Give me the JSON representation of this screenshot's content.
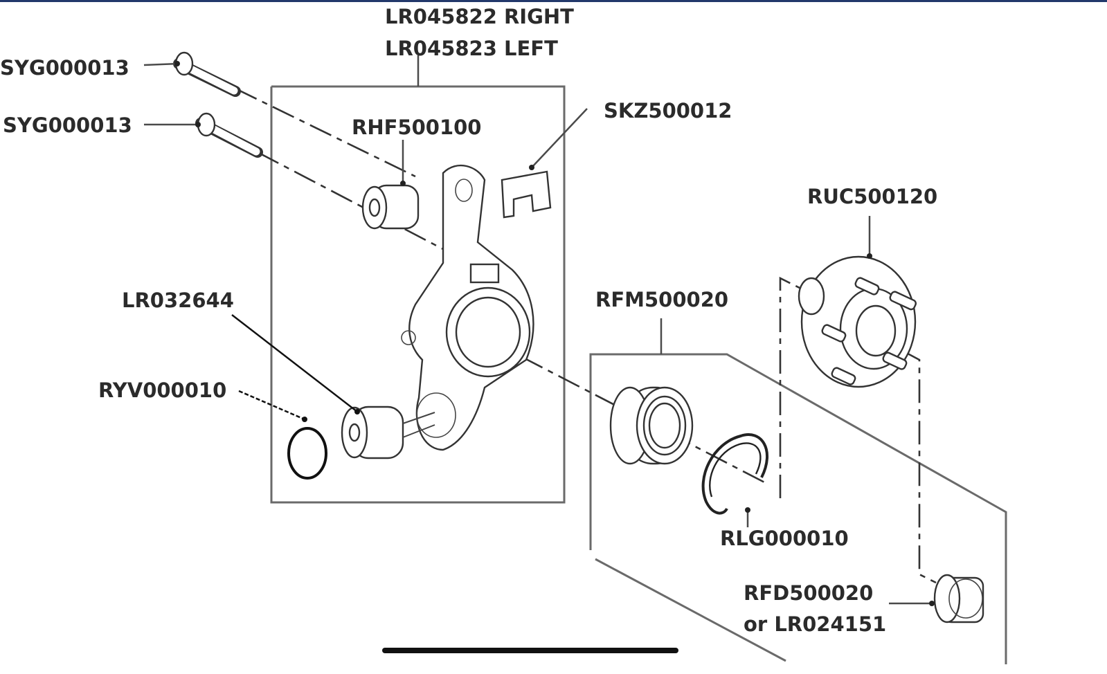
{
  "labels": {
    "knuckle_right": "LR045822 RIGHT",
    "knuckle_left": "LR045823 LEFT",
    "bolt_upper": "SYG000013",
    "bolt_lower": "SYG000013",
    "clip": "SKZ500012",
    "bush_upper": "RHF500100",
    "hub": "RUC500120",
    "bush_lower": "LR032644",
    "bearing": "RFM500020",
    "o_ring": "RYV000010",
    "circlip": "RLG000010",
    "nut_line1": "RFD500020",
    "nut_line2": "or LR024151"
  },
  "colors": {
    "header_bar": "#22386b",
    "text": "#2b2b2b",
    "line": "#4a4a4a",
    "home_indicator": "#111111"
  }
}
